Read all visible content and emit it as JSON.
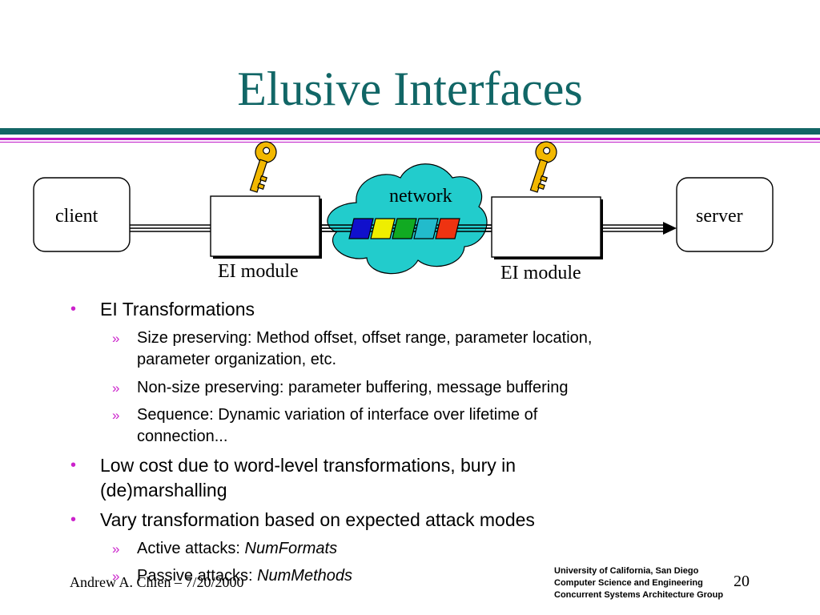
{
  "slide": {
    "title": "Elusive Interfaces",
    "diagram": {
      "client": "client",
      "server": "server",
      "network": "network",
      "ei_module_left": "EI module",
      "ei_module_right": "EI module",
      "packet_colors": [
        "#1010cc",
        "#eeee00",
        "#11aa22",
        "#22bbcc",
        "#ee3311"
      ],
      "cloud_color": "#22cccc",
      "key_color": "#f2b800",
      "icons": [
        "key-icon",
        "key-icon",
        "cloud-icon",
        "arrow-icon"
      ]
    },
    "bullets": [
      {
        "text": "EI Transformations",
        "sub": [
          "Size preserving: Method offset, offset range, parameter location,",
          "parameter organization, etc.",
          "Non-size preserving: parameter buffering, message buffering",
          "Sequence: Dynamic variation of interface over lifetime of",
          "connection..."
        ]
      },
      {
        "text": [
          "Low cost due to word-level transformations, bury in",
          "(de)marshalling"
        ]
      },
      {
        "text": "Vary transformation based on expected attack modes",
        "sub": [
          {
            "prefix": "Active attacks: ",
            "italic": "NumFormats"
          },
          {
            "prefix": "Passive attacks: ",
            "italic": "NumMethods"
          }
        ]
      }
    ],
    "bullet_marker": "•",
    "sub_marker": "»",
    "footer": {
      "author": "Andrew A. Chien – 7/20/2000",
      "org_lines": [
        "University of California, San Diego",
        "Computer Science and Engineering",
        "Concurrent Systems Architecture Group"
      ],
      "page_number": "20"
    }
  }
}
